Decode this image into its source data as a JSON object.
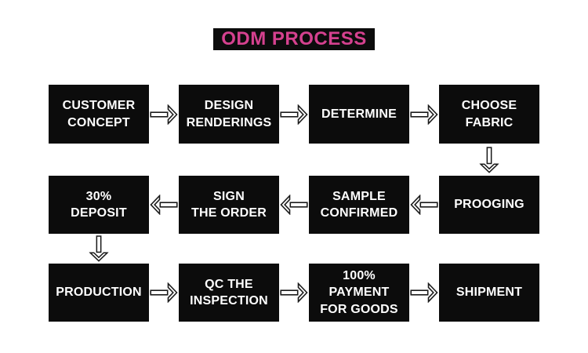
{
  "title": {
    "label": "ODM PROCESS"
  },
  "colors": {
    "accent_pink": "#d5418f",
    "box_background": "#0c0c0c",
    "box_text": "#ffffff",
    "page_background": "#ffffff",
    "arrow_outline": "#1a1a1a",
    "arrow_fill": "#ffffff"
  },
  "icons": {
    "arrow_right": "⇨",
    "arrow_left": "⇦",
    "arrow_down": "⇩"
  },
  "flow": {
    "rows": [
      {
        "direction": "right",
        "boxes": [
          {
            "label": "CUSTOMER\nCONCEPT"
          },
          {
            "label": "DESIGN\nRENDERINGS"
          },
          {
            "label": "DETERMINE"
          },
          {
            "label": "CHOOSE\nFABRIC"
          }
        ]
      },
      {
        "direction": "left",
        "boxes": [
          {
            "label": "30%\nDEPOSIT"
          },
          {
            "label": "SIGN\nTHE ORDER"
          },
          {
            "label": "SAMPLE\nCONFIRMED"
          },
          {
            "label": "PROOGING"
          }
        ]
      },
      {
        "direction": "right",
        "boxes": [
          {
            "label": "PRODUCTION"
          },
          {
            "label": "QC THE\nINSPECTION"
          },
          {
            "label": "100%\nPAYMENT\nFOR GOODS"
          },
          {
            "label": "SHIPMENT"
          }
        ]
      }
    ]
  }
}
